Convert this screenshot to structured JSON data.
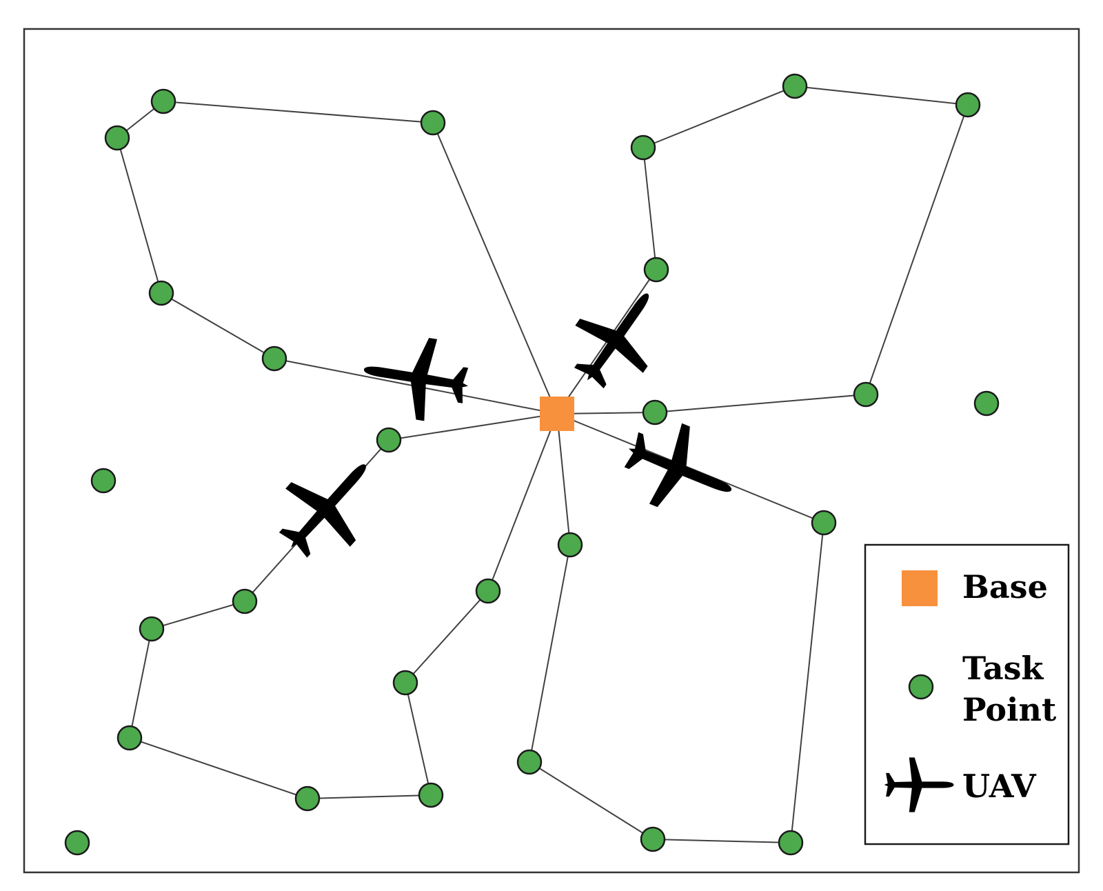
{
  "colors": {
    "base": "#f7913d",
    "task_point": "#4caa4c",
    "task_point_stroke": "#1a1a1a",
    "route": "#404040",
    "uav": "#000000",
    "frame": "#333333"
  },
  "legend": {
    "base_label": "Base",
    "task_label_line1": "Task",
    "task_label_line2": "Point",
    "uav_label": "UAV",
    "base_icon": "orange-square",
    "task_icon": "green-circle",
    "uav_icon": "airplane-icon"
  }
}
